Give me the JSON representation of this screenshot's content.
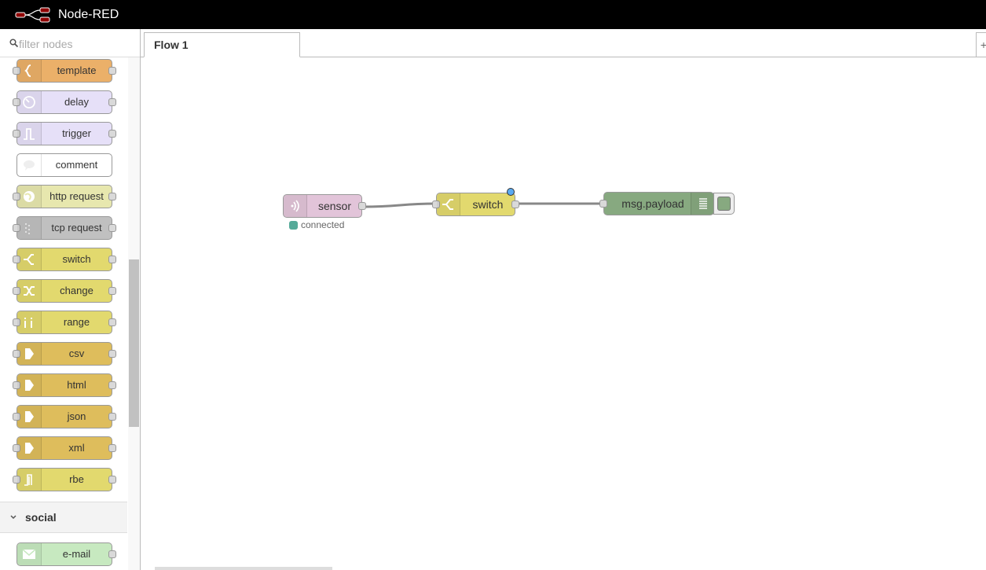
{
  "app": {
    "title": "Node-RED",
    "logo_icon": "node-red-logo-icon"
  },
  "palette": {
    "search": {
      "placeholder": "filter nodes",
      "icon": "search-icon"
    },
    "nodes": [
      {
        "label": "template",
        "color": "#ebb069",
        "icon": "brace-icon",
        "inputs": true,
        "outputs": true
      },
      {
        "label": "delay",
        "color": "#e6e0f8",
        "icon": "timer-icon",
        "inputs": true,
        "outputs": true
      },
      {
        "label": "trigger",
        "color": "#e6e0f8",
        "icon": "trigger-icon",
        "inputs": true,
        "outputs": true
      },
      {
        "label": "comment",
        "color": "#ffffff",
        "icon": "comment-icon",
        "inputs": false,
        "outputs": false
      },
      {
        "label": "http request",
        "color": "#e7e7ae",
        "icon": "globe-icon",
        "inputs": true,
        "outputs": true
      },
      {
        "label": "tcp request",
        "color": "#c0c0c0",
        "icon": "bridge-icon",
        "inputs": true,
        "outputs": true
      },
      {
        "label": "switch",
        "color": "#e2d96e",
        "icon": "switch-icon",
        "inputs": true,
        "outputs": true
      },
      {
        "label": "change",
        "color": "#e2d96e",
        "icon": "shuffle-icon",
        "inputs": true,
        "outputs": true
      },
      {
        "label": "range",
        "color": "#e2d96e",
        "icon": "range-icon",
        "inputs": true,
        "outputs": true
      },
      {
        "label": "csv",
        "color": "#debd5c",
        "icon": "arrow-in-icon",
        "inputs": true,
        "outputs": true
      },
      {
        "label": "html",
        "color": "#debd5c",
        "icon": "arrow-in-icon",
        "inputs": true,
        "outputs": true
      },
      {
        "label": "json",
        "color": "#debd5c",
        "icon": "arrow-in-icon",
        "inputs": true,
        "outputs": true
      },
      {
        "label": "xml",
        "color": "#debd5c",
        "icon": "arrow-in-icon",
        "inputs": true,
        "outputs": true
      },
      {
        "label": "rbe",
        "color": "#e2d96e",
        "icon": "rbe-icon",
        "inputs": true,
        "outputs": true
      }
    ],
    "category": {
      "label": "social",
      "icon": "chevron-down-icon"
    },
    "social_nodes": [
      {
        "label": "e-mail",
        "color": "#c7e9c0",
        "icon": "envelope-icon",
        "inputs": false,
        "outputs": true
      }
    ]
  },
  "workspace": {
    "tabs": [
      {
        "label": "Flow 1"
      }
    ],
    "add_tab": "+",
    "flow_nodes": {
      "sensor": {
        "label": "sensor",
        "color": "#e2c4d9",
        "icon": "wireless-icon",
        "status": "connected",
        "status_color": "#5a9"
      },
      "switch": {
        "label": "switch",
        "color": "#e2d96e",
        "icon": "switch-icon",
        "changed_color": "#5aaaf2"
      },
      "debug": {
        "label": "msg.payload",
        "color": "#87a980",
        "icon": "debug-list-icon"
      }
    }
  }
}
